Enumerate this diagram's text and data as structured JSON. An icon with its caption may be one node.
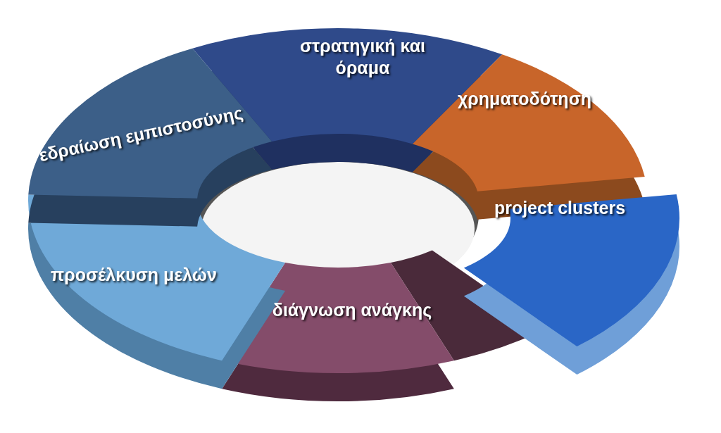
{
  "diagram": {
    "nodes": [
      {
        "text": [
          "στρατηγική και όραμα"
        ]
      },
      {
        "text": [
          "χρηματοδότηση"
        ]
      },
      {
        "text": [
          "project clusters"
        ]
      },
      {
        "text": [
          "διάγνωση ανάγκης"
        ]
      },
      {
        "text": [
          "προσέλκυση μελών"
        ]
      },
      {
        "text": [
          "εδραίωση εμπιστοσύνης"
        ]
      }
    ]
  }
}
